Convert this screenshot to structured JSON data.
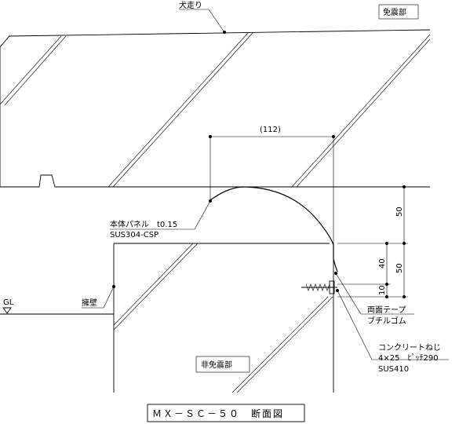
{
  "drawing": {
    "title": "ＭＸ－ＳＣ－５０　断面図",
    "zones": {
      "isolated": "免震部",
      "non_isolated": "非免震部"
    },
    "labels": {
      "inuhashiri": "犬走り",
      "ground_level": "GL",
      "retaining_wall": "擁壁",
      "panel_line1": "本体パネル　t0.15",
      "panel_line2": "SUS304-CSP",
      "tape_line1": "両面テープ",
      "tape_line2": "ブチルゴム",
      "screw_line1": "コンクリートねじ",
      "screw_line2": "4×25　ﾋﾟｯﾁ290",
      "screw_line3": "SUS410"
    },
    "dimensions": {
      "width": "(112)",
      "upper_height": "50",
      "lower_height": "50",
      "overlap": "40",
      "gap": "10"
    }
  }
}
